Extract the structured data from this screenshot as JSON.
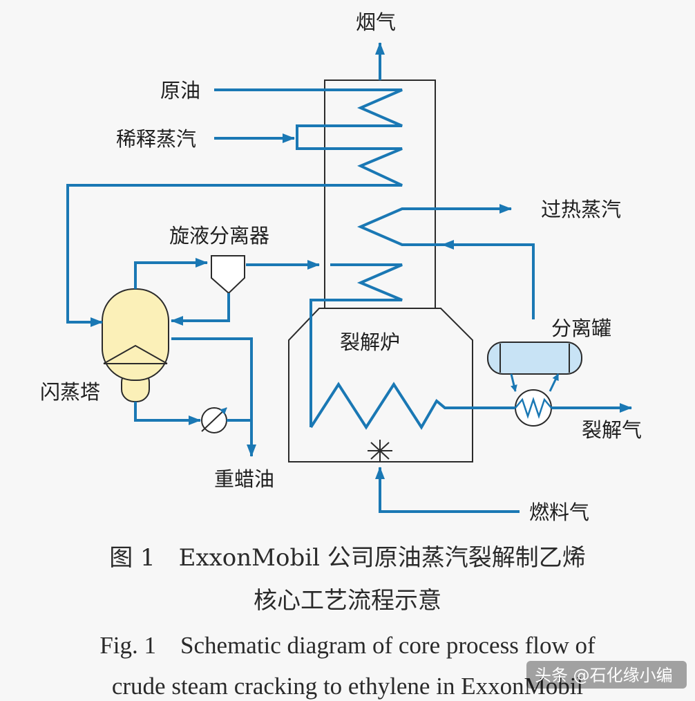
{
  "colors": {
    "line": "#1a78b4",
    "outline": "#2b2b2b",
    "flash_fill": "#fbf0b8",
    "separator_fill": "#c8e3f5",
    "text": "#1e1e1e",
    "background": "#f7f7f7"
  },
  "labels": {
    "flue_gas": "烟气",
    "crude_oil": "原油",
    "dilution_steam": "稀释蒸汽",
    "superheated_steam": "过热蒸汽",
    "cyclone_separator": "旋液分离器",
    "separator_drum": "分离罐",
    "cracking_furnace": "裂解炉",
    "flash_tower": "闪蒸塔",
    "cracked_gas": "裂解气",
    "heavy_wax_oil": "重蜡油",
    "fuel_gas": "燃料气"
  },
  "caption": {
    "zh_line1": "图 1　ExxonMobil 公司原油蒸汽裂解制乙烯",
    "zh_line2": "核心工艺流程示意",
    "en_line1": "Fig. 1　Schematic diagram of core process flow of",
    "en_line2": "crude steam cracking to ethylene in ExxonMobil"
  },
  "watermark": "头条 @石化缘小编"
}
